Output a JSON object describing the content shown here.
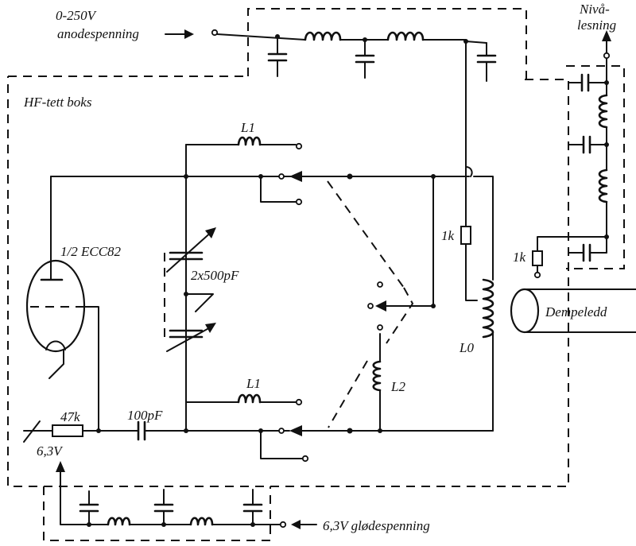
{
  "labels": {
    "anode_voltage": "0-250V",
    "anode_supply": "anodespenning",
    "level_reading_1": "Nivå-",
    "level_reading_2": "lesning",
    "rf_box": "HF-tett boks",
    "tube": "1/2 ECC82",
    "capacitor_var": "2x500pF",
    "coil_l1_top": "L1",
    "coil_l1_bottom": "L1",
    "coil_l2": "L2",
    "coil_l0": "L0",
    "resistor_1k_a": "1k",
    "resistor_1k_b": "1k",
    "resistor_47k": "47k",
    "capacitor_100pf": "100pF",
    "heater_voltage": "6,3V",
    "heater_supply": "6,3V glødespenning",
    "attenuator": "Dempeledd"
  },
  "icons": [
    "arrow-icon",
    "coil-icon",
    "capacitor-icon",
    "variable-capacitor-icon",
    "resistor-icon",
    "vacuum-tube-icon",
    "switch-icon",
    "attenuator-icon"
  ]
}
